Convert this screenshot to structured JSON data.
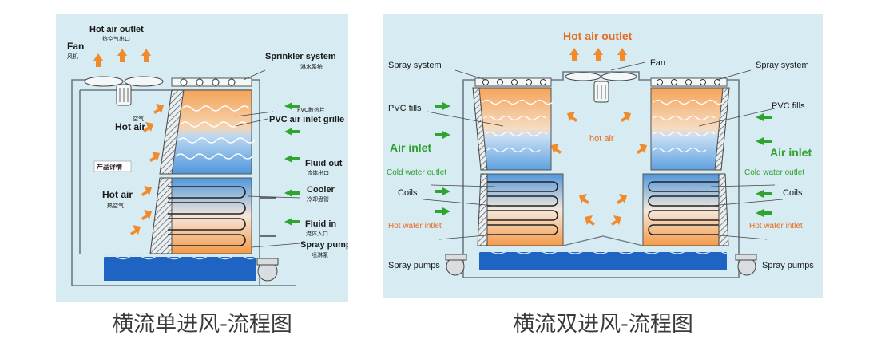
{
  "left_diagram": {
    "hot_air_outlet": "Hot air outlet",
    "hot_air_outlet_cn": "热空气出口",
    "fan": "Fan",
    "fan_cn": "风机",
    "sprinkler_system": "Sprinkler system",
    "sprinkler_system_cn": "淋水系统",
    "pvc_fills_cn": "PVC散热片",
    "pvc_air_inlet_grille": "PVC air inlet grille",
    "air_cn": "空气",
    "hot_air_upper": "Hot air",
    "product_details_cn": "产品详情",
    "fluid_out": "Fluid out",
    "fluid_out_cn": "流体出口",
    "cooler": "Cooler",
    "cooler_cn": "冷却盘管",
    "hot_air_lower": "Hot air",
    "hot_air_lower_cn": "热空气",
    "fluid_in": "Fluid in",
    "fluid_in_cn": "流体入口",
    "spray_pump": "Spray pump",
    "spray_pump_cn": "喷淋泵",
    "caption": "横流单进风-流程图"
  },
  "right_diagram": {
    "hot_air_outlet": "Hot air outlet",
    "fan": "Fan",
    "spray_system_left": "Spray system",
    "spray_system_right": "Spray system",
    "pvc_fills_left": "PVC fills",
    "pvc_fills_right": "PVC fills",
    "hot_air_center": "hot air",
    "air_inlet_left": "Air inlet",
    "air_inlet_right": "Air inlet",
    "cold_water_outlet_left": "Cold water outlet",
    "cold_water_outlet_right": "Cold water outlet",
    "coils_left": "Coils",
    "coils_right": "Coils",
    "hot_water_intlet_left": "Hot water intlet",
    "hot_water_intlet_right": "Hot water intlet",
    "spray_pumps_left": "Spray pumps",
    "spray_pumps_right": "Spray pumps",
    "caption": "横流双进风-流程图"
  },
  "colors": {
    "panel_bg": "#d6ebf2",
    "arrow_orange": "#f08a2a",
    "arrow_green": "#2fa52f",
    "label_orange": "#ea6a1c",
    "label_green": "#2d9f2d",
    "basin_blue": "#1f64c2",
    "fill_orange": "#f5a560",
    "fill_blue": "#6aa8e0"
  }
}
